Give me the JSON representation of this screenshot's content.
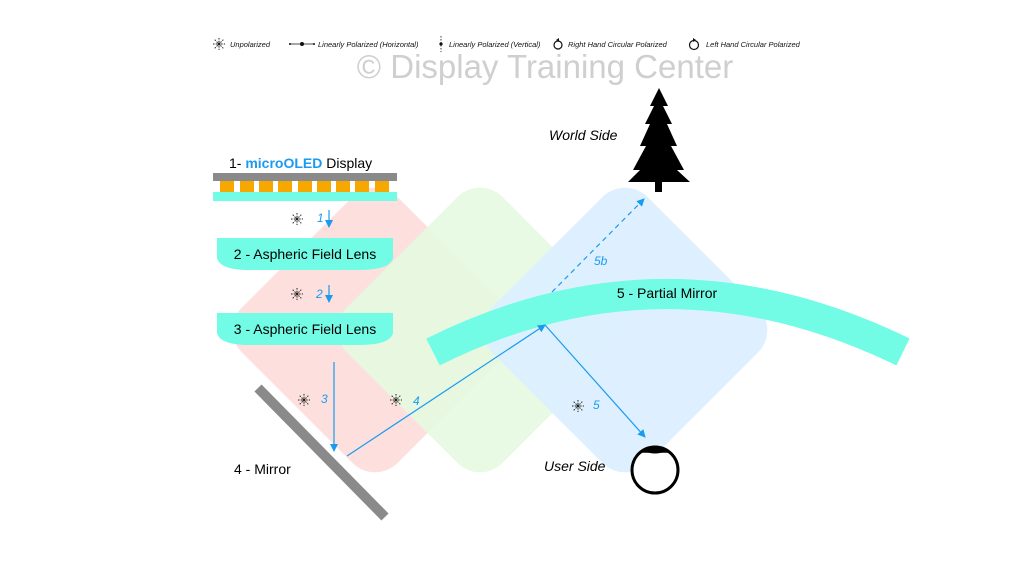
{
  "legend": [
    {
      "icon": "unpolarized-icon",
      "label": "Unpolarized"
    },
    {
      "icon": "linear-horizontal-icon",
      "label": "Linearly Polarized (Horizontal)"
    },
    {
      "icon": "linear-vertical-icon",
      "label": "Linearly Polarized (Vertical)"
    },
    {
      "icon": "right-circular-icon",
      "label": "Right Hand Circular Polarized"
    },
    {
      "icon": "left-circular-icon",
      "label": "Left Hand Circular Polarized"
    }
  ],
  "watermark": "© Display Training Center",
  "display": {
    "prefix": "1- ",
    "brand": "microOLED",
    "suffix": " Display"
  },
  "lens2": "2 - Aspheric Field Lens",
  "lens3": "3 - Aspheric Field Lens",
  "mirror": "4 - Mirror",
  "partial_mirror": "5 - Partial Mirror",
  "world_side": "World Side",
  "user_side": "User Side",
  "rays": {
    "r1": "1",
    "r2": "2",
    "r3": "3",
    "r4": "4",
    "r5": "5",
    "r5b": "5b"
  },
  "colors": {
    "ray": "#1a9bf0",
    "lens": "#72fbe5",
    "pink": "#fde0de",
    "green": "#e6f9e0",
    "blue": "#dcefff",
    "pixel": "#f7a800"
  }
}
